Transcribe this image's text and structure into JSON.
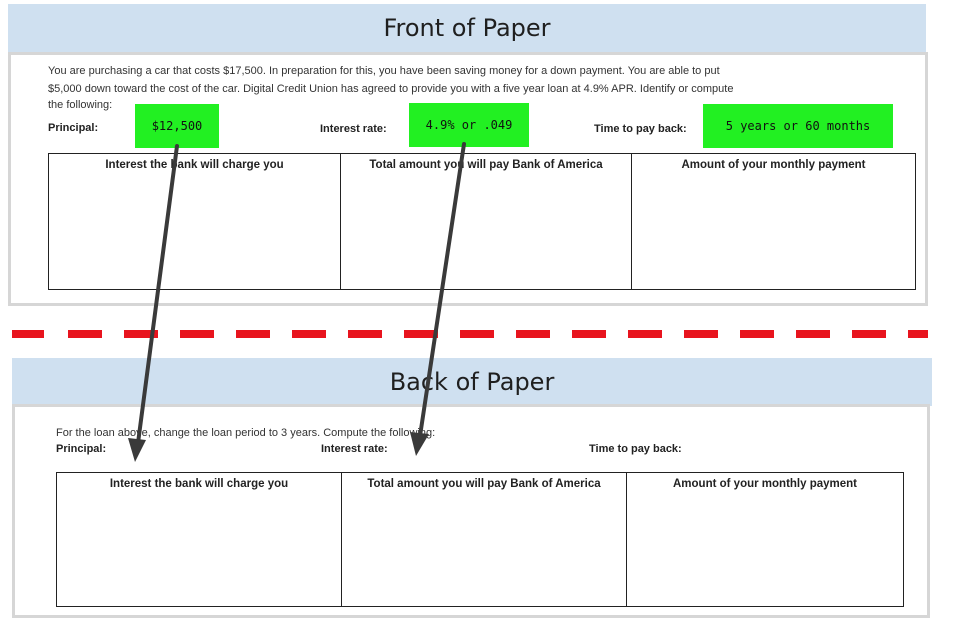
{
  "front": {
    "title": "Front of Paper",
    "paragraph_line1": "You are purchasing a car that costs $17,500.  In preparation for this, you have been saving money for a down payment.  You are able to put",
    "paragraph_line2": "$5,000 down toward the cost of the car.  Digital Credit Union has agreed to provide you with a five year loan at 4.9% APR.  Identify or compute",
    "paragraph_line3": "the following:",
    "principal_label": "Principal:",
    "interest_label": "Interest rate:",
    "time_label": "Time to pay back:",
    "principal_value": "$12,500",
    "interest_value": "4.9% or .049",
    "time_value": "5 years or 60 months",
    "columns": [
      "Interest the bank will charge you",
      "Total amount you will pay Bank of America",
      "Amount of your monthly payment"
    ]
  },
  "back": {
    "title": "Back of Paper",
    "paragraph": "For the loan above, change the loan period to 3 years.  Compute the following:",
    "principal_label": "Principal:",
    "interest_label": "Interest rate:",
    "time_label": "Time to pay back:",
    "columns": [
      "Interest the bank will charge you",
      "Total amount you will pay Bank of America",
      "Amount of your monthly payment"
    ]
  },
  "colors": {
    "banner": "#cfe0f0",
    "highlight": "#22f022",
    "divider": "#e8141e",
    "arrow": "#3a3a3a"
  }
}
